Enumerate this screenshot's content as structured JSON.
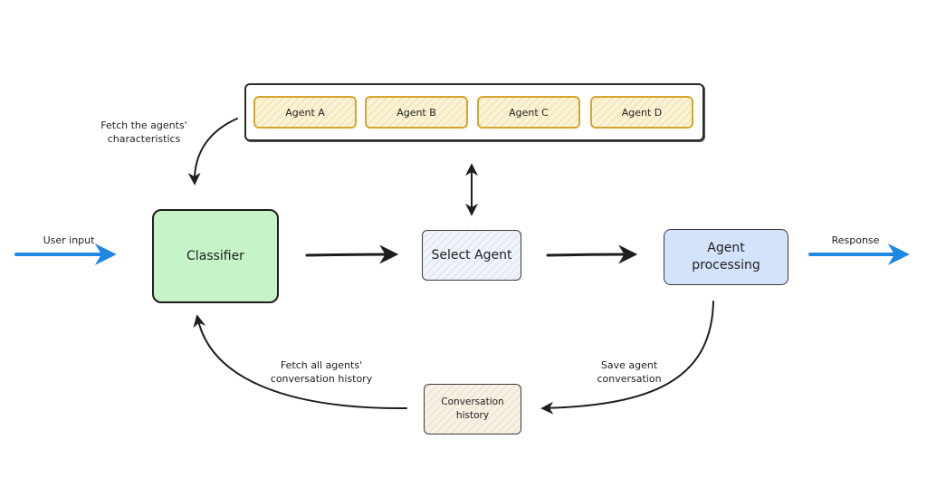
{
  "diagram": {
    "agents": [
      "Agent A",
      "Agent B",
      "Agent C",
      "Agent D"
    ],
    "nodes": {
      "classifier": "Classifier",
      "select_agent": "Select Agent",
      "agent_processing": "Agent\nprocessing",
      "conversation_history": "Conversation\nhistory"
    },
    "labels": {
      "user_input": "User input",
      "response": "Response",
      "fetch_characteristics": "Fetch the agents'\ncharacteristics",
      "fetch_history": "Fetch all agents'\nconversation history",
      "save_conversation": "Save agent\nconversation"
    },
    "colors": {
      "io_arrow": "#1e88e5",
      "classifier_fill": "#c6f3c8",
      "agent_processing_fill": "#d4e3fc",
      "agent_border": "#d4a72c"
    }
  }
}
